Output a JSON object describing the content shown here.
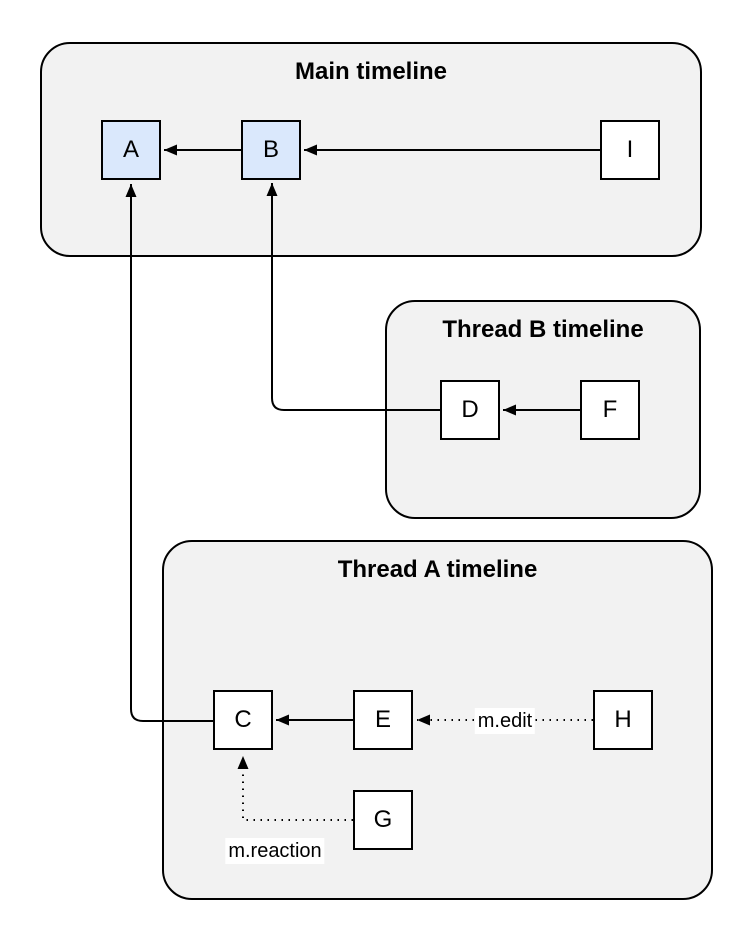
{
  "diagram": {
    "containers": {
      "main": {
        "title": "Main timeline"
      },
      "thread_b": {
        "title": "Thread B timeline"
      },
      "thread_a": {
        "title": "Thread A timeline"
      }
    },
    "nodes": {
      "a": {
        "label": "A"
      },
      "b": {
        "label": "B"
      },
      "i": {
        "label": "I"
      },
      "d": {
        "label": "D"
      },
      "f": {
        "label": "F"
      },
      "c": {
        "label": "C"
      },
      "e": {
        "label": "E"
      },
      "h": {
        "label": "H"
      },
      "g": {
        "label": "G"
      }
    },
    "edge_labels": {
      "edit": "m.edit",
      "reaction": "m.reaction"
    },
    "colors": {
      "canvas_bg": "#ffffff",
      "container_fill": "#f2f2f2",
      "container_stroke": "#000000",
      "node_fill": "#ffffff",
      "node_highlight_fill": "#dae8fc",
      "node_stroke": "#000000",
      "edge_stroke": "#000000",
      "label_bg": "#ffffff",
      "text_color": "#000000"
    }
  }
}
